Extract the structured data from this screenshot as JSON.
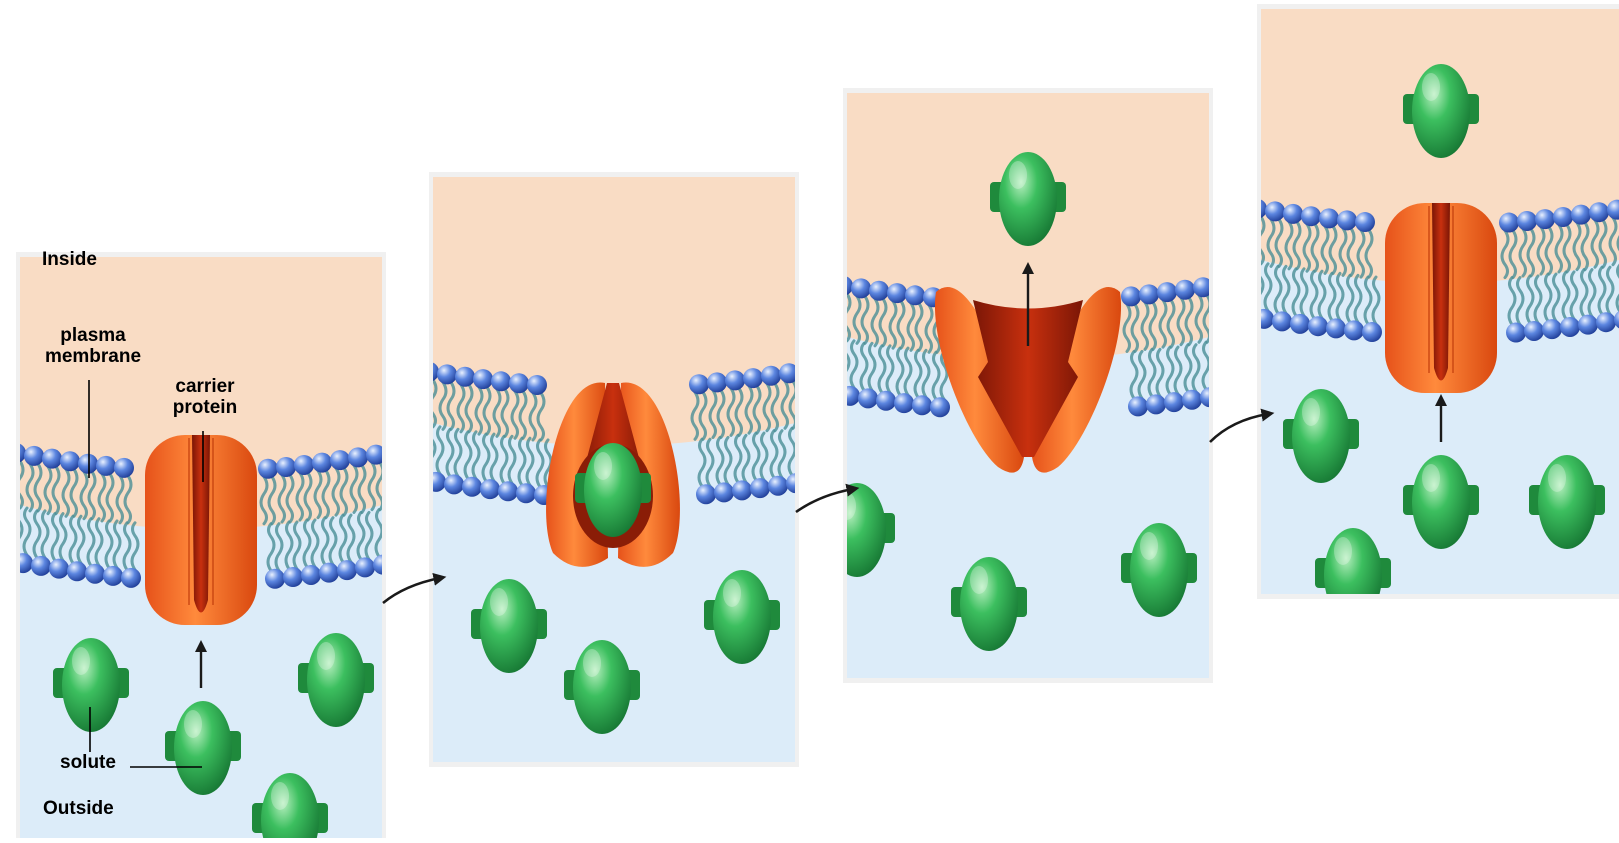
{
  "labels": {
    "inside": "Inside",
    "outside": "Outside",
    "plasma_membrane": "plasma\nmembrane",
    "carrier_protein": "carrier\nprotein",
    "solute": "solute"
  },
  "colors": {
    "cytoplasm": "#f9dcc4",
    "extracellular": "#dcecf9",
    "lipid_head": "#3d63c9",
    "lipid_tail": "#4a8f96",
    "carrier_outer": "#ee6020",
    "carrier_inner": "#b52a0d",
    "solute": "#2aa24a",
    "arrow": "#1a1a1a"
  },
  "panels": [
    {
      "step": 1,
      "carrier_state": "open-outside",
      "solute_bound": false
    },
    {
      "step": 2,
      "carrier_state": "closed-with-solute",
      "solute_bound": true
    },
    {
      "step": 3,
      "carrier_state": "open-inside",
      "solute_bound": false
    },
    {
      "step": 4,
      "carrier_state": "open-outside",
      "solute_bound": false
    }
  ]
}
